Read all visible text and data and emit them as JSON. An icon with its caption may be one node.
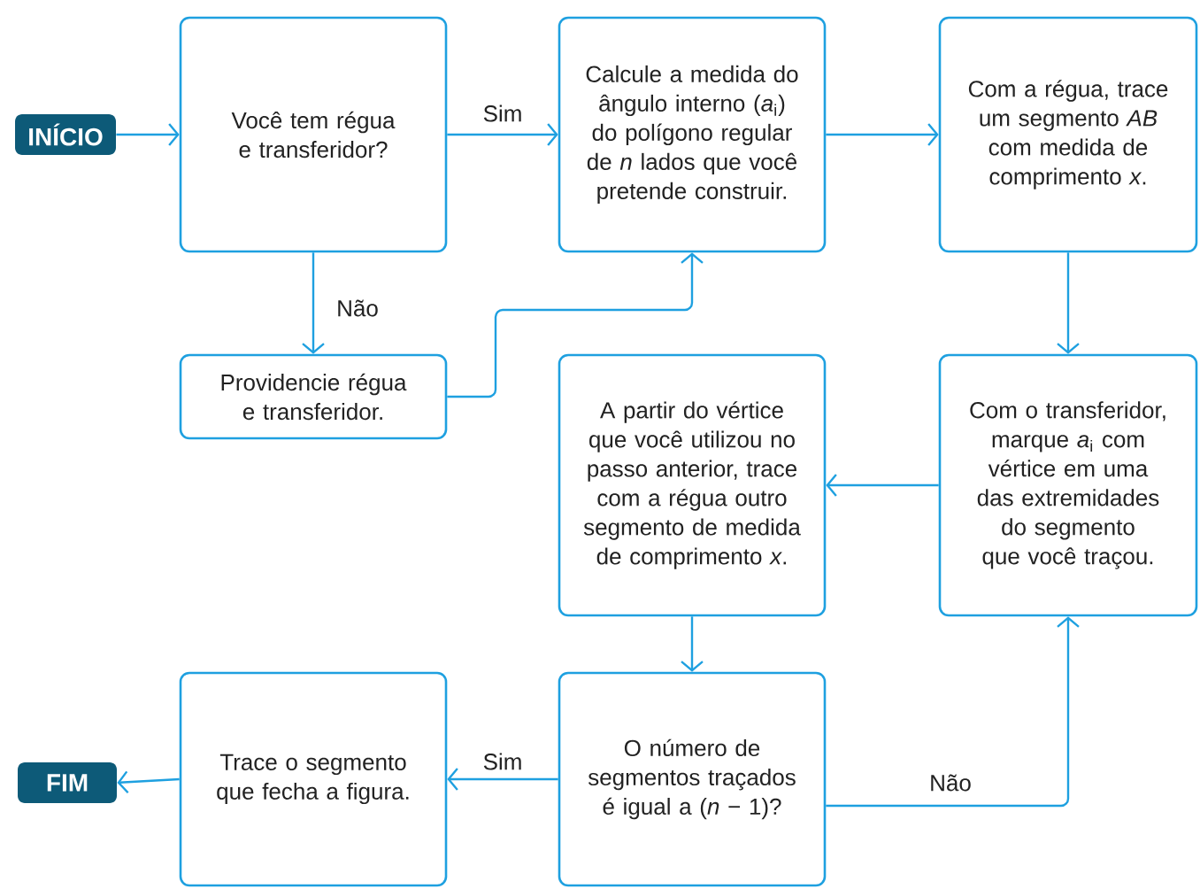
{
  "diagram": {
    "nodes": [
      {
        "text": [
          "INÍCIO"
        ]
      },
      {
        "text": [
          "Você tem régua e transferidor?"
        ]
      },
      {
        "text": [
          "Calcule a medida do ângulo interno (*a*$_{i}$) do polígono regular de *n* lados que você pretende construir."
        ]
      },
      {
        "text": [
          "Com a régua, trace um segmento *AB* com medida de comprimento *x*."
        ]
      },
      {
        "text": [
          "Providencie régua e transferidor."
        ]
      },
      {
        "text": [
          "A partir do vértice que você utilizou no passo anterior, trace com a régua outro segmento de medida de comprimento *x*."
        ]
      },
      {
        "text": [
          "Com o transferidor, marque *a*$_{i}$ com vértice em uma das extremidades do segmento que você traçou."
        ]
      },
      {
        "text": [
          "O número de segmentos traçados é igual a (*n* − 1)?"
        ]
      },
      {
        "text": [
          "Trace o segmento que fecha a figura."
        ]
      },
      {
        "text": [
          "FIM"
        ]
      }
    ],
    "edges": [
      {
        "from": 0,
        "to": 1,
        "arrow": "to"
      },
      {
        "from": 1,
        "to": 2,
        "arrow": "to",
        "label": "Sim"
      },
      {
        "from": 1,
        "to": 4,
        "arrow": "to",
        "label": "Não"
      },
      {
        "from": 4,
        "to": 2,
        "arrow": "to"
      },
      {
        "from": 2,
        "to": 3,
        "arrow": "to"
      },
      {
        "from": 3,
        "to": 6,
        "arrow": "to"
      },
      {
        "from": 6,
        "to": 5,
        "arrow": "to"
      },
      {
        "from": 5,
        "to": 7,
        "arrow": "to"
      },
      {
        "from": 7,
        "to": 6,
        "arrow": "to",
        "label": "Não"
      },
      {
        "from": 7,
        "to": 8,
        "arrow": "to",
        "label": "Sim"
      },
      {
        "from": 8,
        "to": 9,
        "arrow": "to"
      }
    ]
  }
}
